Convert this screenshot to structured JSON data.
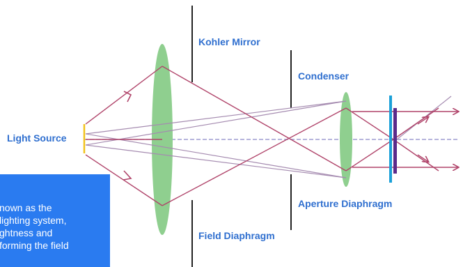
{
  "labels": {
    "kohler_mirror": "Kohler Mirror",
    "condenser": "Condenser",
    "light_source": "Light Source",
    "aperture_diaphragm": "Aperture Diaphragm",
    "field_diaphragm": "Field Diaphragm"
  },
  "info_box": {
    "lines": [
      "nown as the",
      "lighting system,",
      "ghtness and",
      "forming the field"
    ]
  },
  "colors": {
    "label_text": "#2f6fcf",
    "info_box_bg": "#2a7bf0",
    "lens_fill": "#8fcf8f",
    "ray": "#b0446a",
    "ray_light": "#a58bb0",
    "axis": "#8a86c8",
    "diaphragm": "#222222",
    "source": "#f2c21b",
    "filter_blue": "#1aa0d8",
    "filter_purple": "#5a2a8a"
  }
}
